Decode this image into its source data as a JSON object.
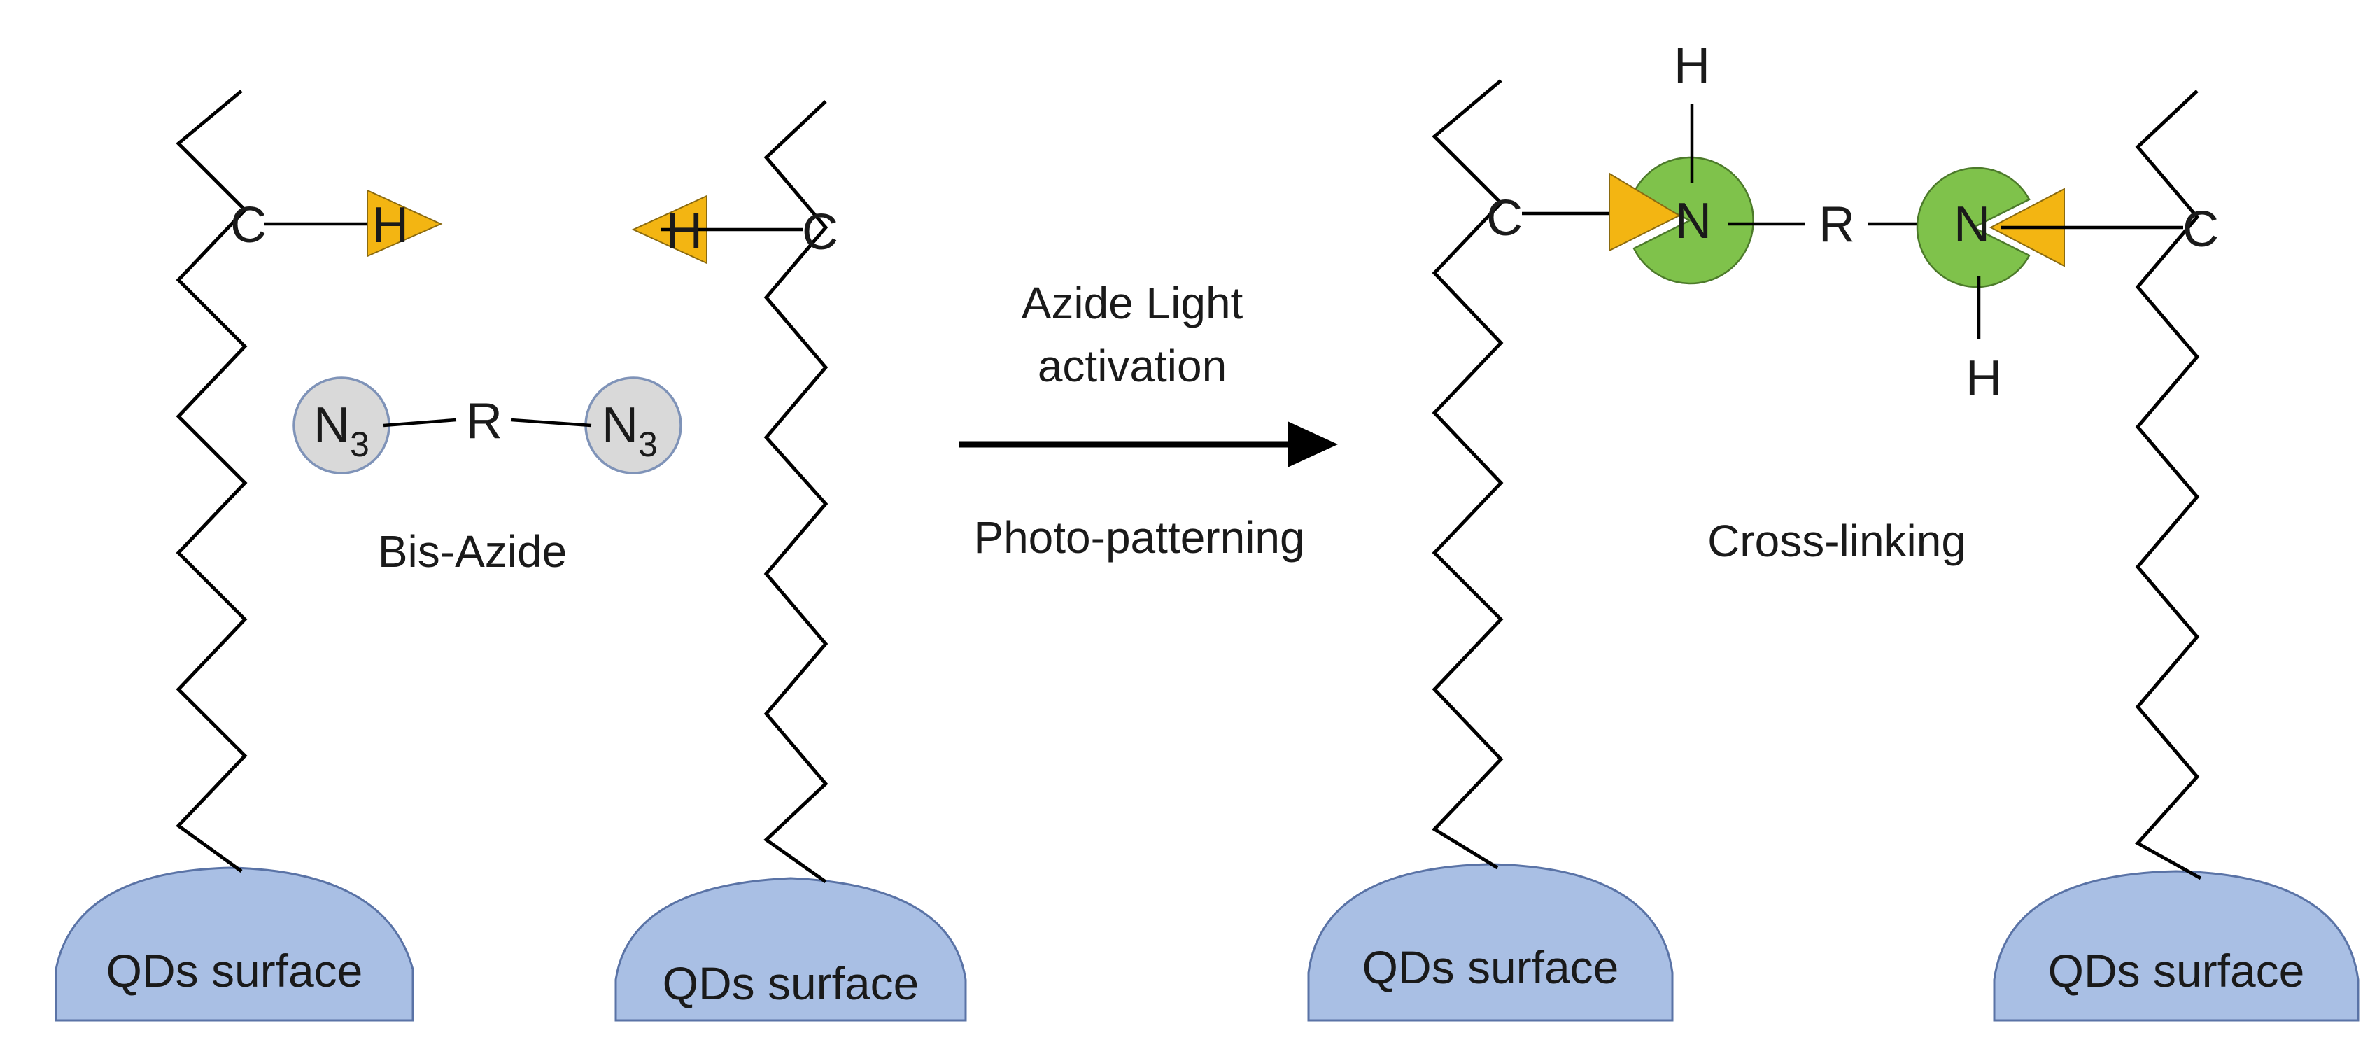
{
  "left_panel": {
    "surface_1_label": "QDs surface",
    "surface_2_label": "QDs surface",
    "carbon_1": "C",
    "carbon_2": "C",
    "hydrogen_1": "H",
    "hydrogen_2": "H",
    "azide_n_1": "N",
    "azide_n_1_sub": "3",
    "azide_n_2": "N",
    "azide_n_2_sub": "3",
    "linker": "R",
    "molecule_label": "Bis-Azide"
  },
  "reaction": {
    "line1": "Azide Light",
    "line2": "activation",
    "below": "Photo-patterning"
  },
  "right_panel": {
    "surface_1_label": "QDs surface",
    "surface_2_label": "QDs surface",
    "carbon_1": "C",
    "carbon_2": "C",
    "nitrogen_1": "N",
    "nitrogen_2": "N",
    "hydrogen_top": "H",
    "hydrogen_bottom": "H",
    "linker": "R",
    "product_label": "Cross-linking"
  },
  "colors": {
    "qd_fill": "#a9bfe4",
    "hydrogen_triangle": "#f3b512",
    "azide_circle": "#d9d9d9",
    "nitrene_circle": "#7fc24b"
  }
}
